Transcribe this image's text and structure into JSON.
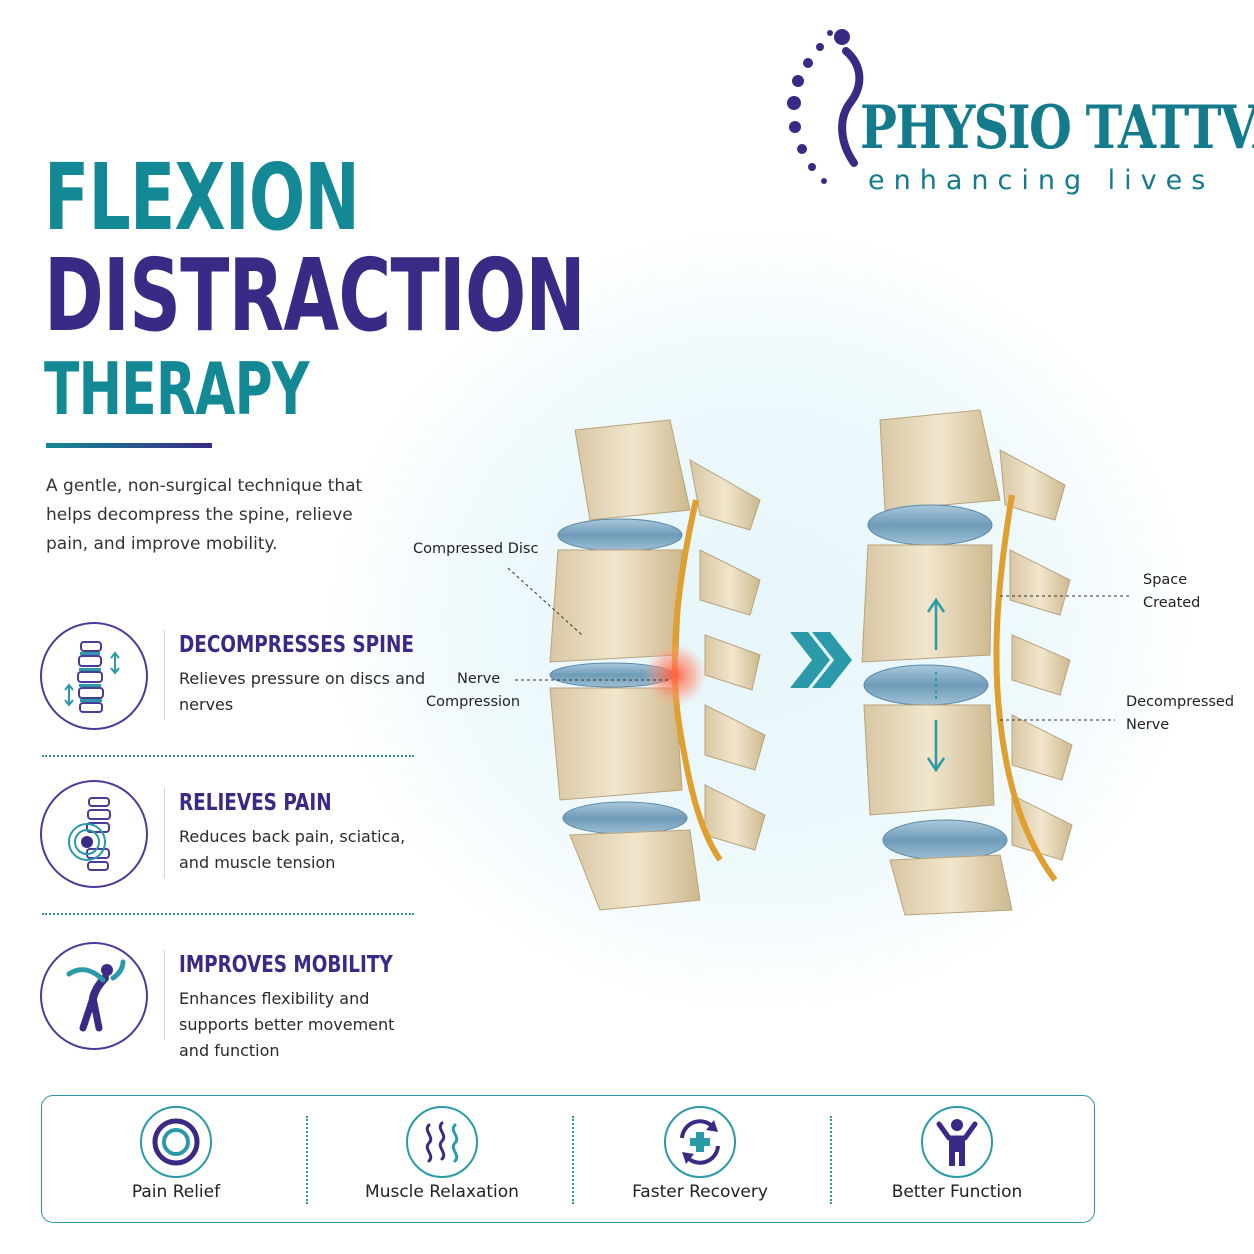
{
  "brand": {
    "name": "PHYSIO TATTVA",
    "tagline": "enhancing lives",
    "colors": {
      "teal": "#138995",
      "purple": "#3a2a86"
    }
  },
  "title": {
    "line1": "FLEXION",
    "line2": "DISTRACTION",
    "line3": "THERAPY"
  },
  "intro": "A gentle, non-surgical technique that helps decompress the spine, relieve pain, and improve mobility.",
  "benefits": [
    {
      "icon": "spine-decompress-icon",
      "title": "DECOMPRESSES SPINE",
      "description": "Relieves pressure on discs and nerves"
    },
    {
      "icon": "pain-target-icon",
      "title": "RELIEVES PAIN",
      "description": "Reduces back pain, sciatica, and muscle tension"
    },
    {
      "icon": "stretching-person-icon",
      "title": "IMPROVES MOBILITY",
      "description": "Enhances flexibility and supports better movement and function"
    }
  ],
  "diagram": {
    "before_labels": {
      "compressed_disc": "Compressed Disc",
      "nerve_compression_1": "Nerve",
      "nerve_compression_2": "Compression"
    },
    "after_labels": {
      "space_created_1": "Space",
      "space_created_2": "Created",
      "decompressed_nerve_1": "Decompressed",
      "decompressed_nerve_2": "Nerve"
    },
    "transition_icon": "double-chevron-right-icon"
  },
  "outcomes": [
    {
      "icon": "pain-relief-ring-icon",
      "label": "Pain Relief"
    },
    {
      "icon": "wavy-lines-icon",
      "label": "Muscle Relaxation"
    },
    {
      "icon": "recovery-cycle-plus-icon",
      "label": "Faster Recovery"
    },
    {
      "icon": "person-arms-up-icon",
      "label": "Better Function"
    }
  ]
}
